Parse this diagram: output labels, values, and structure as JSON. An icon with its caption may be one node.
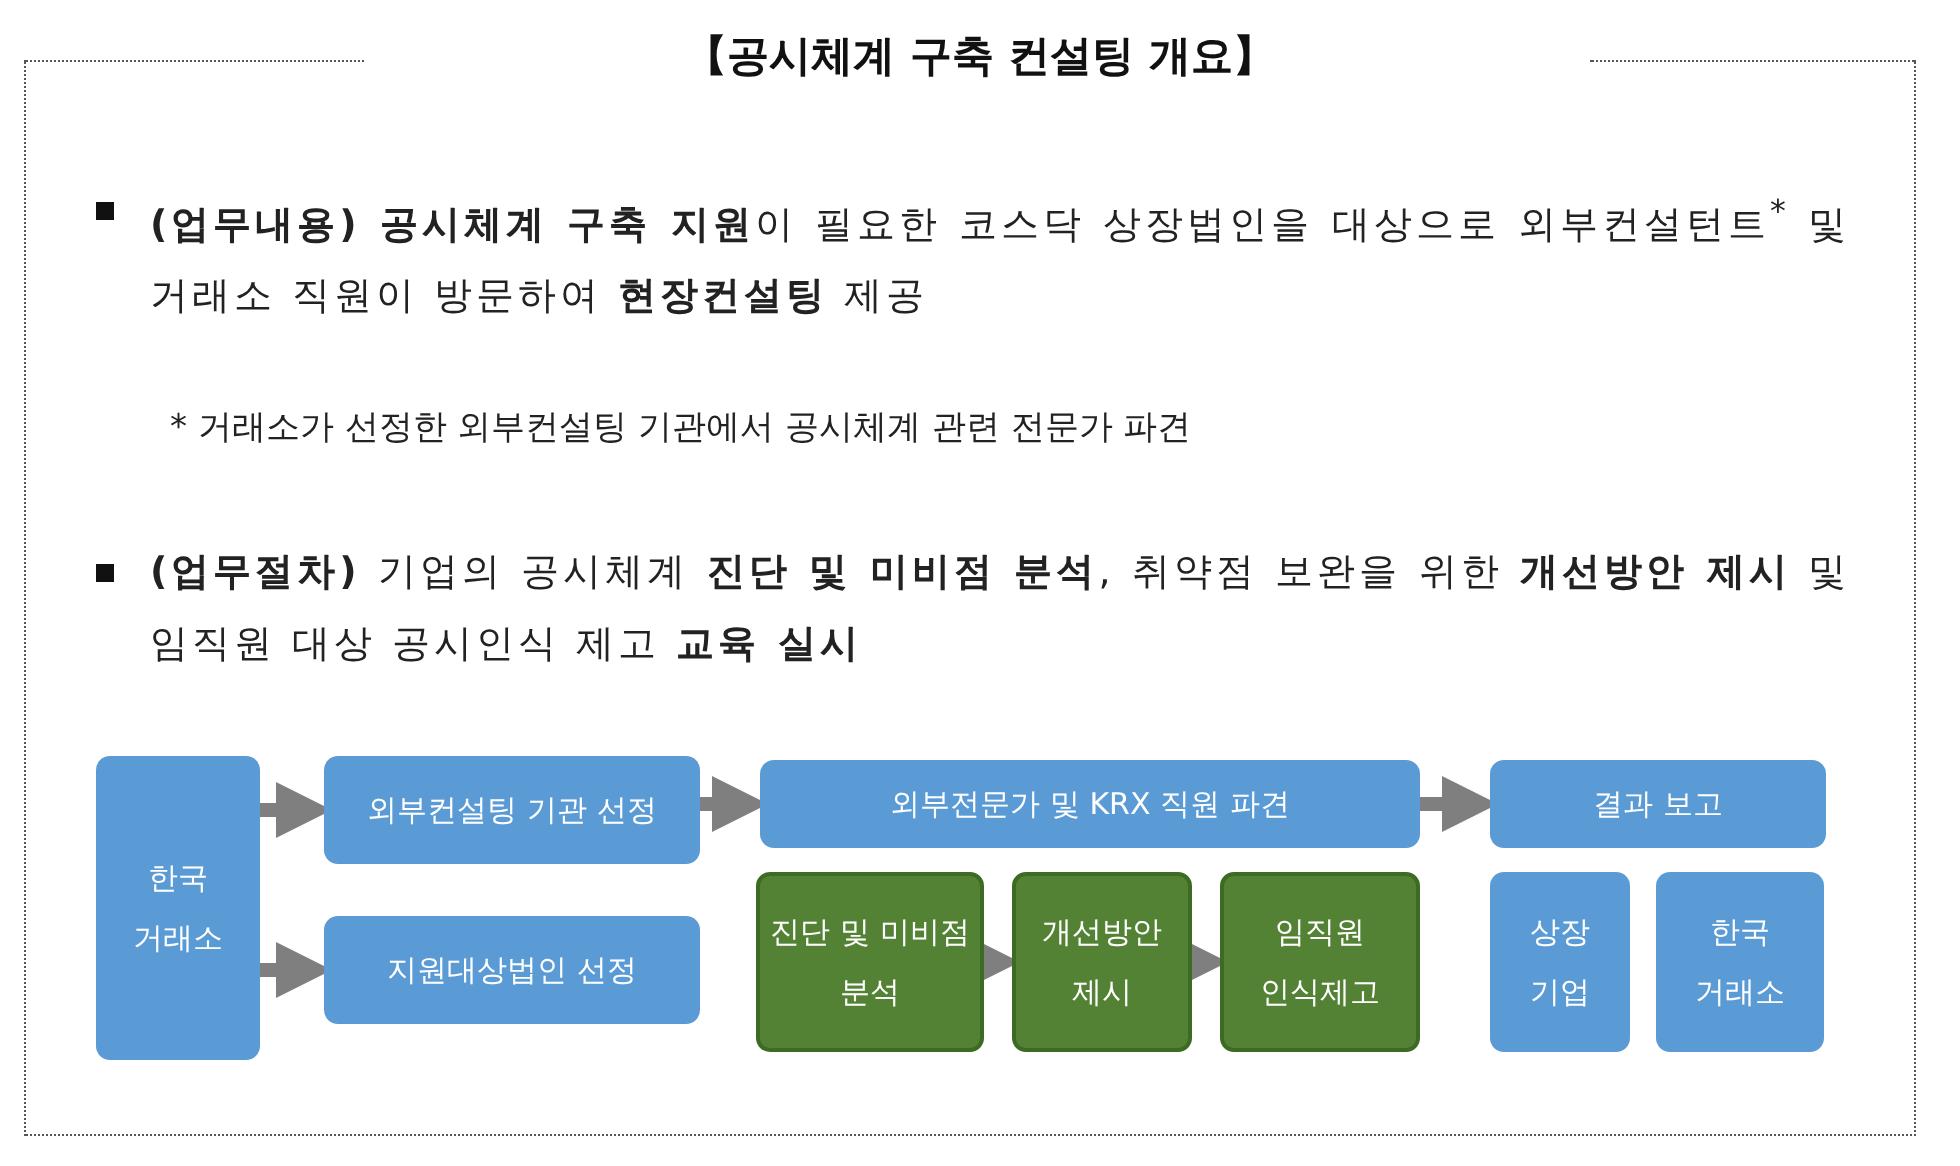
{
  "diagram": {
    "title": "【공시체계 구축 컨설팅 개요】",
    "nodes": [
      {
        "text": [
          "한국 거래소"
        ]
      },
      {
        "text": [
          "외부컨설팅 기관 선정"
        ]
      },
      {
        "text": [
          "지원대상법인 선정"
        ]
      },
      {
        "text": [
          "외부전문가 및 KRX 직원 파견"
        ]
      },
      {
        "text": [
          "진단 및 미비점 분석"
        ]
      },
      {
        "text": [
          "개선방안 제시"
        ]
      },
      {
        "text": [
          "임직원 인식제고"
        ]
      },
      {
        "text": [
          "결과 보고"
        ]
      },
      {
        "text": [
          "상장 기업"
        ]
      },
      {
        "text": [
          "한국 거래소"
        ]
      }
    ],
    "edges": [
      {
        "from": 0,
        "to": 1,
        "arrow": "to"
      },
      {
        "from": 0,
        "to": 2,
        "arrow": "to"
      },
      {
        "from": 1,
        "to": 3,
        "arrow": "to"
      },
      {
        "from": 4,
        "to": 5,
        "arrow": "to"
      },
      {
        "from": 5,
        "to": 6,
        "arrow": "to"
      },
      {
        "from": 3,
        "to": 7,
        "arrow": "to"
      }
    ],
    "labels": [
      "**(업무내용) 공시체계 구축 지원**이 필요한 코스닥 상장법인을 대상으로 외부컨설턴트$^{*}$ 및 거래소 직원이 방문하여 **현장컨설팅** 제공",
      "* 거래소가 선정한 외부컨설팅 기관에서 공시체계 관련 전문가 파견",
      "**(업무절차)** 기업의 공시체계 **진단 및 미비점 분석**, 취약점 보완을 위한 **개선방안 제시** 및 임직원 대상 공시인식 제고 **교육 실시**"
    ]
  }
}
